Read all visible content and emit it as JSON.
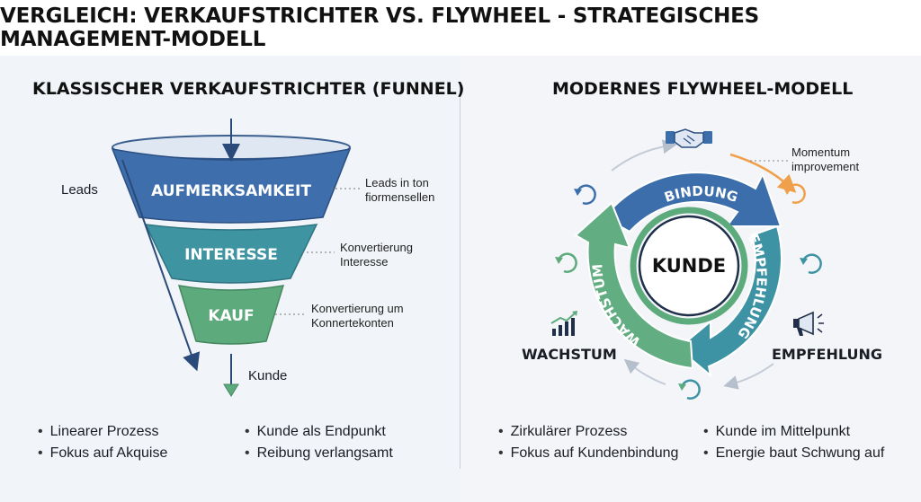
{
  "title": "VERGLEICH: VERKAUFSTRICHTER VS. FLYWHEEL - STRATEGISCHES MANAGEMENT-MODELL",
  "funnel": {
    "heading": "KLASSISCHER VERKAUFSTRICHTER (FUNNEL)",
    "leads_label": "Leads",
    "kunde_label": "Kunde",
    "stages": [
      {
        "label": "AUFMERKSAMKEIT",
        "note_line1": "Leads in ton",
        "note_line2": "fiormensellen",
        "color": "#3e6eab"
      },
      {
        "label": "INTERESSE",
        "note_line1": "Konvertierung",
        "note_line2": "Interesse",
        "color": "#3f94a2"
      },
      {
        "label": "KAUF",
        "note_line1": "Konvertierung um",
        "note_line2": "Konnertekonten",
        "color": "#5daa7d"
      }
    ],
    "bullets_left": [
      "Linearer Prozess",
      "Fokus auf Akquise"
    ],
    "bullets_right": [
      "Kunde als Endpunkt",
      "Reibung verlangsamt"
    ]
  },
  "flywheel": {
    "heading": "MODERNES FLYWHEEL-MODELL",
    "center": "KUNDE",
    "arc_bindung": "BINDUNG",
    "arc_empfehlung": "EMPFEHLUNG",
    "arc_wachstum": "WACHSTUM",
    "momentum_line1": "Momentum",
    "momentum_line2": "improvement",
    "label_wachstum": "WACHSTUM",
    "label_empfehlung": "EMPFEHLUNG",
    "bullets_left": [
      "Zirkulärer Prozess",
      "Fokus auf Kundenbindung"
    ],
    "bullets_right": [
      "Kunde im Mittelpunkt",
      "Energie baut Schwung auf"
    ]
  },
  "colors": {
    "blue": "#3b6eab",
    "teal": "#3d93a4",
    "green": "#63ad82",
    "orange": "#f0a04a",
    "dark": "#1f2f4a"
  },
  "icons": [
    "handshake-icon",
    "megaphone-icon",
    "growth-chart-icon",
    "refresh-icon"
  ]
}
